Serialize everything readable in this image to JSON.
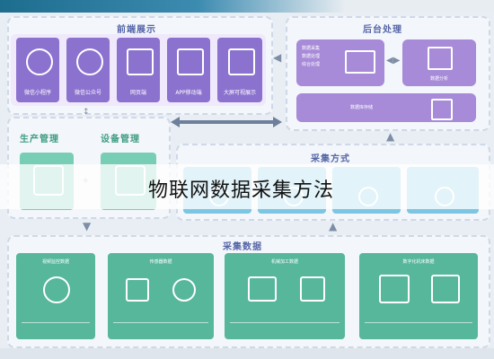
{
  "caption": "物联网数据采集方法",
  "sections": {
    "frontend": {
      "title": "前端展示",
      "cards": [
        "微信小程序",
        "微信公众号",
        "网页端",
        "APP移动端",
        "大屏可视展示"
      ]
    },
    "backend": {
      "title": "后台处理",
      "left_labels": [
        "数据采集",
        "数据处理",
        "综合处理"
      ],
      "right_label": "数据分析",
      "bottom_label": "数据库存储"
    },
    "production": {
      "title": "生产管理"
    },
    "equipment": {
      "title": "设备管理"
    },
    "method": {
      "title": "采集方式",
      "cards": [
        "",
        "",
        "",
        ""
      ]
    },
    "collection": {
      "title": "采集数据",
      "cards": [
        "视频监控数据",
        "传感器数据",
        "机械加工数据",
        "数字化机床数据"
      ]
    }
  },
  "colors": {
    "purple": "#8c72cf",
    "green": "#62c2a8",
    "teal": "#7cc6e4",
    "accent": "#5566a8"
  }
}
